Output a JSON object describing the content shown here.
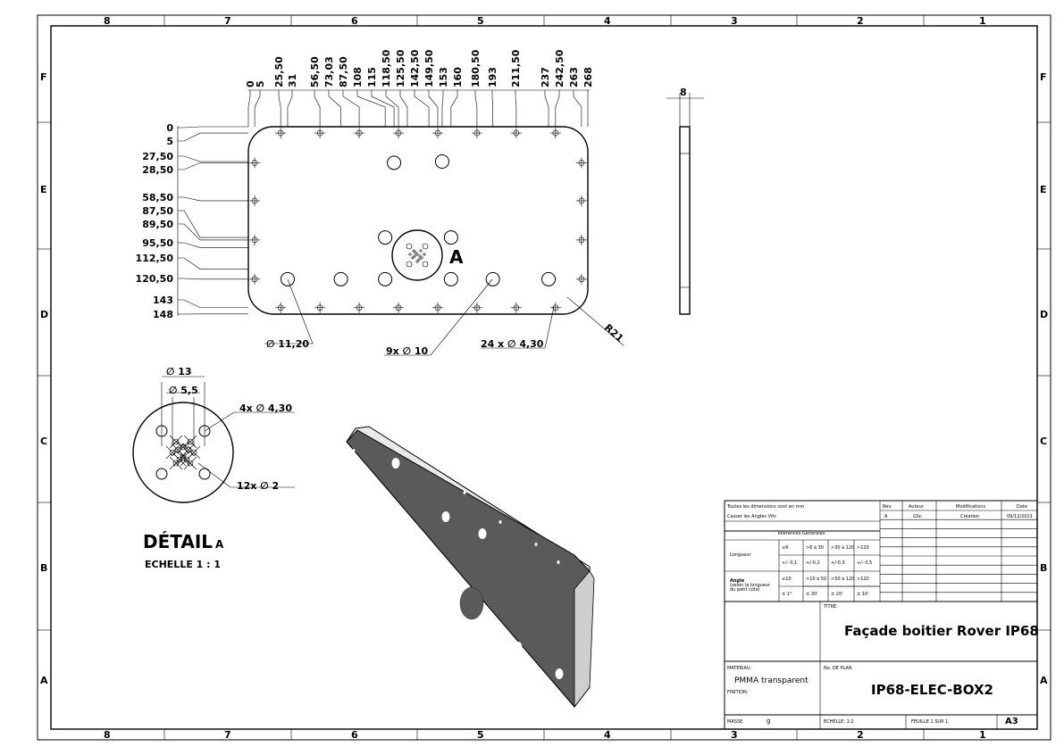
{
  "zones": {
    "columns": [
      "8",
      "7",
      "6",
      "5",
      "4",
      "3",
      "2",
      "1"
    ],
    "rows": [
      "F",
      "E",
      "D",
      "C",
      "B",
      "A"
    ]
  },
  "top_dims": [
    "0",
    "5",
    "25,50",
    "31",
    "56,50",
    "73,03",
    "87,50",
    "108",
    "115",
    "118,50",
    "125,50",
    "142,50",
    "149,50",
    "153",
    "160",
    "180,50",
    "193",
    "211,50",
    "237",
    "242,50",
    "263",
    "268"
  ],
  "left_dims": [
    "0",
    "5",
    "27,50",
    "28,50",
    "58,50",
    "87,50",
    "89,50",
    "95,50",
    "112,50",
    "120,50",
    "143",
    "148"
  ],
  "callouts": {
    "dia_large": "∅ 11,20",
    "holes_10": "9x ∅ 10",
    "holes_430": "24 x ∅ 4,30",
    "radius": "R21",
    "detail_letter": "A",
    "thickness": "8"
  },
  "detail": {
    "d13": "∅ 13",
    "d55": "∅ 5,5",
    "holes_4": "4x ∅ 4,30",
    "holes_2": "12x ∅ 2",
    "title": "DÉTAIL",
    "letter": "A",
    "scale": "ECHELLE 1 : 1"
  },
  "titleblock": {
    "note1": "Toutes les dimensions sont en mm",
    "note2": "Casser les Angles Vifs",
    "tol_title": "Tolérances Générales",
    "longueur": "Longueur",
    "len_ranges": [
      "≤6",
      ">6 à 30",
      ">30 à 120",
      ">120"
    ],
    "len_tols": [
      "+/- 0,1",
      "+/-0,2",
      "+/-0,3",
      "+/- 0,5"
    ],
    "angle": "Angle",
    "angle_sub1": "(selon la longueur",
    "angle_sub2": "du petit côté)",
    "ang_ranges": [
      "≤10",
      ">10 à 50",
      ">50 à 120",
      ">120"
    ],
    "ang_tols": [
      "± 1°",
      "± 30'",
      "± 20'",
      "± 10'"
    ],
    "rev_hdr": "Rev.",
    "author_hdr": "Auteur",
    "mod_hdr": "Modifications",
    "date_hdr": "Date",
    "rev": "A",
    "author": "GSc",
    "mod": "Création",
    "date": "09/12/2021",
    "titre_lbl": "TITRE:",
    "titre": "Façade boitier Rover IP68",
    "materiau_lbl": "MATERIAU:",
    "materiau": "PMMA transparent",
    "finition_lbl": "FINITION:",
    "plan_lbl": "No. DE PLAN",
    "plan": "IP68-ELEC-BOX2",
    "masse_lbl": "MASSE",
    "masse_unit": "g",
    "echelle_lbl": "ECHELLE: 1:2",
    "feuille": "FEUILLE 1 SUR 1",
    "format": "A3"
  }
}
